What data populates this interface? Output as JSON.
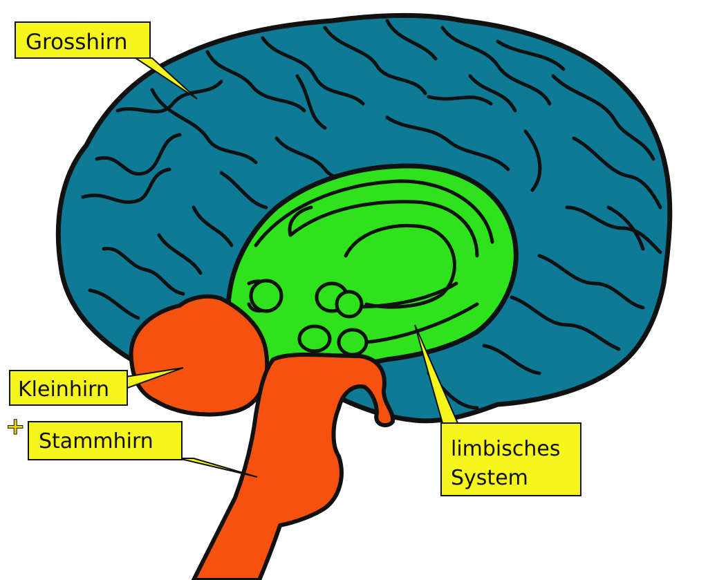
{
  "labels": {
    "grosshirn": "Grosshirn",
    "kleinhirn": "Kleinhirn",
    "plus": "+",
    "stammhirn": "Stammhirn",
    "limbisch_line1": "limbisches",
    "limbisch_line2": "System"
  },
  "colors": {
    "cerebrum": "#0E7A96",
    "limbic": "#2EE21C",
    "cerebellum_brainstem": "#F6520F",
    "callout": "#F6F61C",
    "outline": "#111111",
    "plus": "#E9D400"
  }
}
